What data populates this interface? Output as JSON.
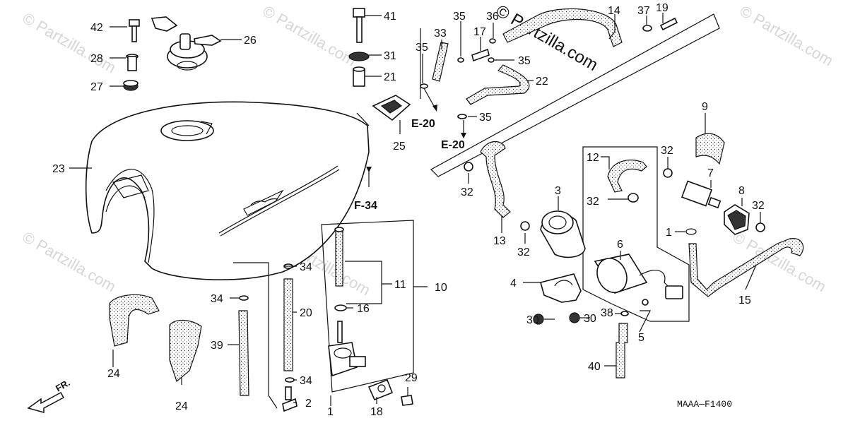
{
  "watermarks": {
    "site": "© Partzilla.com",
    "main": "© Partzilla.com"
  },
  "diagram_code": "MAAA—F1400",
  "front_marker": "FR.",
  "refs": {
    "e20_a": "E-20",
    "e20_b": "E-20",
    "f34": "F-34"
  },
  "labels": {
    "p42": "42",
    "p26": "26",
    "p28": "28",
    "p27": "27",
    "p41": "41",
    "p31": "31",
    "p21": "21",
    "p35a": "35",
    "p33": "33",
    "p35b": "35",
    "p17": "17",
    "p36": "36",
    "p14": "14",
    "p37": "37",
    "p19": "19",
    "p35c": "35",
    "p22": "22",
    "p35d": "35",
    "p25": "25",
    "p23": "23",
    "p9": "9",
    "p12": "12",
    "p32a": "32",
    "p32b": "32",
    "p3": "3",
    "p32c": "32",
    "p7": "7",
    "p8": "8",
    "p32d": "32",
    "p13": "13",
    "p32e": "32",
    "p1a": "1",
    "p6": "6",
    "p4": "4",
    "p15": "15",
    "p34a": "34",
    "p11": "11",
    "p10": "10",
    "p34b": "34",
    "p20": "20",
    "p16": "16",
    "p38": "38",
    "p30a": "30",
    "p30b": "30",
    "p5": "5",
    "p39": "39",
    "p24a": "24",
    "p24b": "24",
    "p34c": "34",
    "p2": "2",
    "p1b": "1",
    "p29": "29",
    "p18": "18",
    "p40": "40"
  }
}
